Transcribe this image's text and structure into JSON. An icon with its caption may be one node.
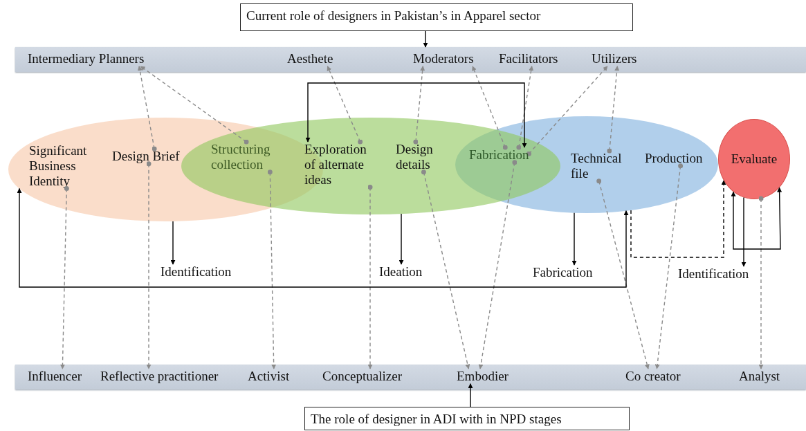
{
  "diagram": {
    "nodes": [
      {
        "text": [
          "Current role of designers in Pakistan’s in Apparel sector"
        ]
      },
      {
        "text": [],
        "shape": "bar"
      },
      {
        "text": [
          "Intermediary Planners"
        ],
        "in": 1
      },
      {
        "text": [
          "Aesthete"
        ],
        "in": 1
      },
      {
        "text": [
          "Moderators"
        ],
        "in": 1
      },
      {
        "text": [
          "Facilitators"
        ],
        "in": 1
      },
      {
        "text": [
          "Utilizers"
        ],
        "in": 1
      },
      {
        "text": [],
        "shape": "ellipse"
      },
      {
        "text": [
          "Significant Business Identity"
        ],
        "in": 7
      },
      {
        "text": [
          "Design Brief"
        ],
        "in": 7
      },
      {
        "text": [],
        "shape": "ellipse"
      },
      {
        "text": [
          "Structuring collection"
        ]
      },
      {
        "text": [
          "Exploration of alternate ideas"
        ],
        "in": 10
      },
      {
        "text": [
          "Design details"
        ],
        "in": 10
      },
      {
        "text": [],
        "shape": "ellipse"
      },
      {
        "text": [
          "Fabrication"
        ]
      },
      {
        "text": [
          "Technical file"
        ],
        "in": 14
      },
      {
        "text": [
          "Production"
        ],
        "in": 14
      },
      {
        "text": [
          "Evaluate"
        ]
      },
      {
        "text": [
          "Identification"
        ]
      },
      {
        "text": [
          "Ideation"
        ]
      },
      {
        "text": [
          "Fabrication"
        ]
      },
      {
        "text": [
          "Identification"
        ]
      },
      {
        "text": [],
        "shape": "bar"
      },
      {
        "text": [
          "Influencer"
        ],
        "in": 23
      },
      {
        "text": [
          "Reflective practitioner"
        ],
        "in": 23
      },
      {
        "text": [
          "Activist"
        ],
        "in": 23
      },
      {
        "text": [
          "Conceptualizer"
        ],
        "in": 23
      },
      {
        "text": [
          "Embodier"
        ],
        "in": 23
      },
      {
        "text": [
          "Co creator"
        ],
        "in": 23
      },
      {
        "text": [
          "Analyst"
        ],
        "in": 23
      },
      {
        "text": [
          "The role of designer in ADI with in NPD stages"
        ]
      }
    ],
    "edges": [
      {
        "from": 9,
        "to": 2,
        "arrow": "to",
        "style": "dashed"
      },
      {
        "from": 11,
        "to": 2,
        "arrow": "to",
        "style": "dashed"
      },
      {
        "from": 12,
        "to": 3,
        "arrow": "to",
        "style": "dashed"
      },
      {
        "from": 13,
        "to": 4,
        "arrow": "to",
        "style": "dashed"
      },
      {
        "from": 15,
        "to": 4,
        "arrow": "to",
        "style": "dashed"
      },
      {
        "from": 15,
        "to": 5,
        "arrow": "to",
        "style": "dashed"
      },
      {
        "from": 15,
        "to": 6,
        "arrow": "to",
        "style": "dashed"
      },
      {
        "from": 16,
        "to": 6,
        "arrow": "to",
        "style": "dashed"
      },
      {
        "from": 8,
        "to": 24,
        "arrow": "to",
        "style": "dashed"
      },
      {
        "from": 9,
        "to": 25,
        "arrow": "to",
        "style": "dashed"
      },
      {
        "from": 11,
        "to": 26,
        "arrow": "to",
        "style": "dashed"
      },
      {
        "from": 12,
        "to": 27,
        "arrow": "to",
        "style": "dashed"
      },
      {
        "from": 13,
        "to": 28,
        "arrow": "to",
        "style": "dashed"
      },
      {
        "from": 15,
        "to": 28,
        "arrow": "to",
        "style": "dashed"
      },
      {
        "from": 16,
        "to": 29,
        "arrow": "to",
        "style": "dashed"
      },
      {
        "from": 17,
        "to": 29,
        "arrow": "to",
        "style": "dashed"
      },
      {
        "from": 18,
        "to": 30,
        "arrow": "to",
        "style": "dashed"
      },
      {
        "from": 0,
        "to": 1,
        "arrow": "to",
        "color": "#000000"
      },
      {
        "from": 7,
        "to": 19,
        "arrow": "to",
        "color": "#000000"
      },
      {
        "from": 10,
        "to": 20,
        "arrow": "to",
        "color": "#000000"
      },
      {
        "from": 14,
        "to": 21,
        "arrow": "to",
        "color": "#000000"
      },
      {
        "from": 18,
        "to": 22,
        "arrow": "to",
        "color": "#000000"
      },
      {
        "from": 12,
        "to": 15,
        "arrow": "both",
        "color": "#000000"
      },
      {
        "from": 7,
        "to": 14,
        "arrow": "both",
        "color": "#000000"
      },
      {
        "from": 14,
        "to": 18,
        "arrow": "to",
        "style": "dashed",
        "color": "#000000"
      },
      {
        "from": 18,
        "to": 18,
        "arrow": "both",
        "color": "#000000"
      },
      {
        "from": 31,
        "to": 28,
        "arrow": "to",
        "color": "#000000"
      }
    ]
  }
}
